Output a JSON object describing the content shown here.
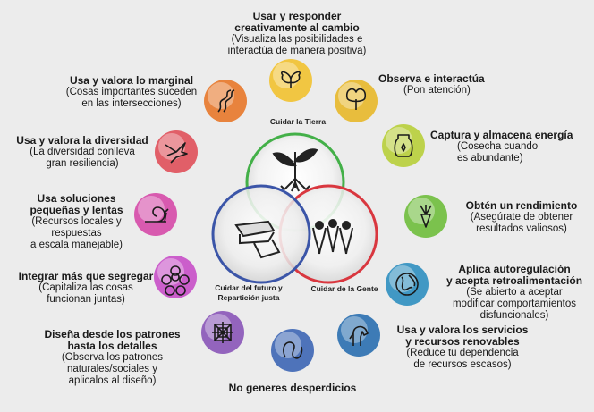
{
  "center": {
    "earth_label": "Cuidar la Tierra",
    "people_label": "Cuidar de la Gente",
    "future_label_1": "Cuidar del futuro y",
    "future_label_2": "Repartición justa"
  },
  "principles": [
    {
      "icon": "butterfly-icon",
      "title": "Usar y responder\ncreativamente al cambio",
      "subtitle": "(Visualiza las posibilidades e\ninteractúa de manera positiva)",
      "color": "#f2c230"
    },
    {
      "icon": "tree-icon",
      "title": "Observa e interactúa",
      "subtitle": "(Pon atención)",
      "color": "#e8b82a"
    },
    {
      "icon": "jar-icon",
      "title": "Captura y almacena energía",
      "subtitle": "(Cosecha cuando\nes abundante)",
      "color": "#b8cf3a"
    },
    {
      "icon": "carrot-icon",
      "title": "Obtén un rendimiento",
      "subtitle": "(Asegúrate de obtener\nresultados valiosos)",
      "color": "#6fbe3c"
    },
    {
      "icon": "globe-icon",
      "title": "Aplica autoregulación\ny acepta retroalimentación",
      "subtitle": "(Se abierto a aceptar\nmodificar comportamientos\ndisfuncionales)",
      "color": "#2f8fc0"
    },
    {
      "icon": "horse-icon",
      "title": "Usa y valora los servicios\ny recursos renovables",
      "subtitle": "(Reduce tu dependencia\nde recursos escasos)",
      "color": "#2a6fb0"
    },
    {
      "icon": "worm-icon",
      "title": "No generes desperdicios",
      "subtitle": "",
      "color": "#3d66b5"
    },
    {
      "icon": "spiderweb-icon",
      "title": "Diseña desde los patrones\nhasta los detalles",
      "subtitle": "(Observa los patrones\nnaturales/sociales y\naplicalos al diseño)",
      "color": "#8a55b8"
    },
    {
      "icon": "flower-icon",
      "title": "Integrar más que segregar",
      "subtitle": "(Capitaliza las cosas\nfuncionan juntas)",
      "color": "#c84fc8"
    },
    {
      "icon": "snail-icon",
      "title": "Usa soluciones\npequeñas y lentas",
      "subtitle": "(Recursos locales y\nrespuestas\na escala manejable)",
      "color": "#d64aa8"
    },
    {
      "icon": "hummingbird-icon",
      "title": "Usa y valora la diversidad",
      "subtitle": "(La diversidad conlleva\ngran resiliencia)",
      "color": "#e0505a"
    },
    {
      "icon": "path-icon",
      "title": "Usa y valora lo marginal",
      "subtitle": "(Cosas importantes suceden\nen las intersecciones)",
      "color": "#e8782a"
    }
  ]
}
